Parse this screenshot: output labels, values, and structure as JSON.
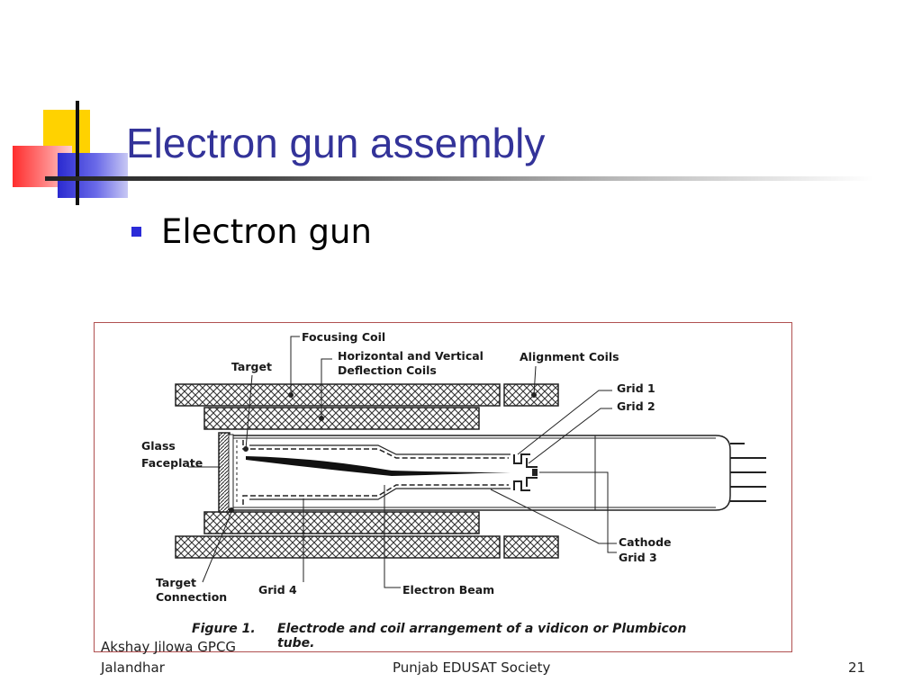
{
  "slide": {
    "title": "Electron gun assembly",
    "bullet": "Electron gun"
  },
  "figure": {
    "labels": {
      "focusing_coil": "Focusing Coil",
      "target": "Target",
      "deflection_line1": "Horizontal and Vertical",
      "deflection_line2": "Deflection Coils",
      "alignment_coils": "Alignment Coils",
      "grid1": "Grid 1",
      "grid2": "Grid 2",
      "glass": "Glass",
      "faceplate": "Faceplate",
      "cathode": "Cathode",
      "grid3": "Grid 3",
      "target_line1": "Target",
      "target_line2": "Connection",
      "grid4": "Grid 4",
      "electron_beam": "Electron Beam"
    },
    "caption_bold": "Figure 1.",
    "caption_line1": "Electrode and coil arrangement of a vidicon or Plumbicon",
    "caption_line2": "tube."
  },
  "footer": {
    "author_line1": "Akshay Jilowa GPCG",
    "author_line2": "Jalandhar",
    "center": "Punjab EDUSAT Society",
    "page": "21"
  },
  "colors": {
    "title": "#333399",
    "bullet": "#2b2bd8",
    "deco_yellow": "#ffd200",
    "deco_red": "#ff4040",
    "deco_blue": "#3a3ad8"
  }
}
